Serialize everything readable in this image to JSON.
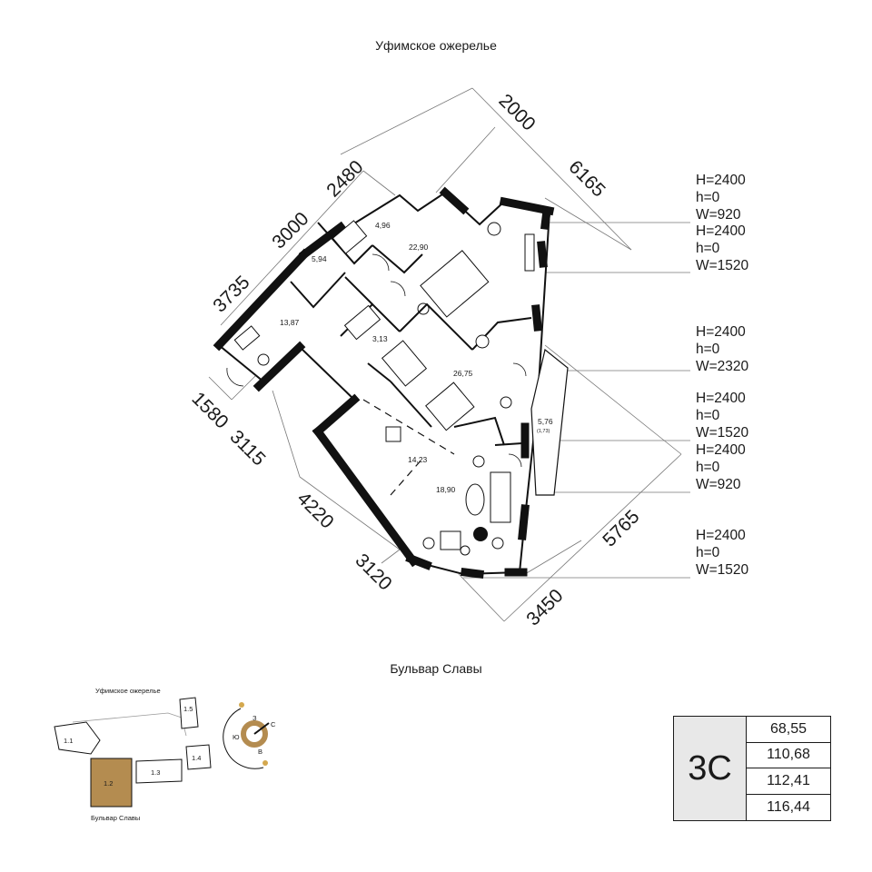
{
  "streets": {
    "top": "Уфимское ожерелье",
    "bottom": "Бульвар Славы"
  },
  "dimensions": [
    "2000",
    "6165",
    "2480",
    "3000",
    "3735",
    "1580",
    "3115",
    "4220",
    "3120",
    "5765",
    "3450"
  ],
  "rooms": [
    "4,96",
    "22,90",
    "5,94",
    "13,87",
    "3,13",
    "26,75",
    "5,76",
    "(1,73)",
    "14,23",
    "18,90"
  ],
  "windows": [
    {
      "H": "H=2400",
      "h": "h=0",
      "W": "W=920"
    },
    {
      "H": "H=2400",
      "h": "h=0",
      "W": "W=1520"
    },
    {
      "H": "H=2400",
      "h": "h=0",
      "W": "W=2320"
    },
    {
      "H": "H=2400",
      "h": "h=0",
      "W": "W=1520"
    },
    {
      "H": "H=2400",
      "h": "h=0",
      "W": "W=920"
    },
    {
      "H": "H=2400",
      "h": "h=0",
      "W": "W=1520"
    }
  ],
  "siteplan": {
    "street_top": "Уфимское ожерелье",
    "street_bottom": "Бульвар Славы",
    "buildings": [
      "1.1",
      "1.2",
      "1.3",
      "1.4",
      "1.5"
    ],
    "compass": [
      "З",
      "С",
      "Ю",
      "В"
    ],
    "highlight_color": "#b48c50"
  },
  "apartment": {
    "type": "3С",
    "areas": [
      "68,55",
      "110,68",
      "112,41",
      "116,44"
    ]
  }
}
